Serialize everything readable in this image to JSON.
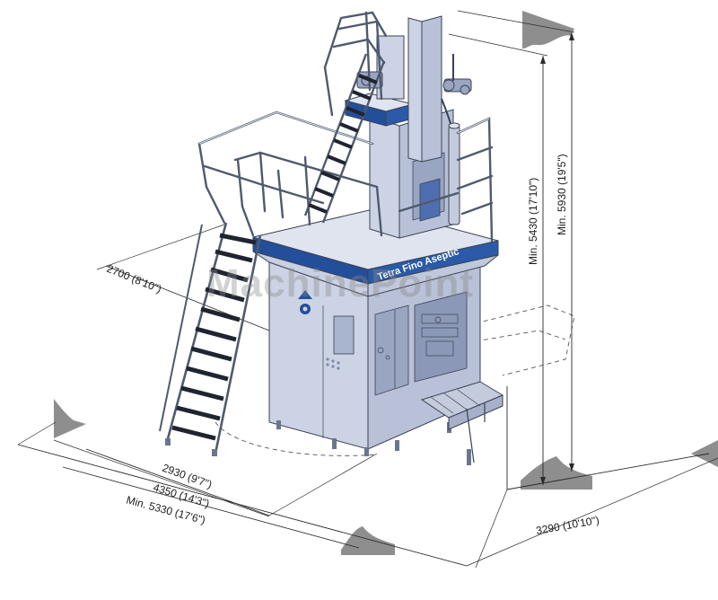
{
  "dimensions": {
    "platform_width": "2700 (8'10\")",
    "machine_depth": "2930 (9'7\")",
    "footprint_length": "4350 (14'3\")",
    "min_service_length": "Min. 5330 (17'6\")",
    "side_width": "3290 (10'10\")",
    "min_height": "Min. 5430 (17'10\")",
    "min_height_total": "Min. 5930 (19'5\")"
  },
  "machine": {
    "brand_label": "Tetra Fino Aseptic"
  },
  "watermark": "MachinePoint",
  "colors": {
    "machine_body": "#ccd3e4",
    "machine_shade": "#b3bcd2",
    "brand_band": "#234e9a",
    "line": "#2a2a2a",
    "wall": "#8e8e8e"
  }
}
